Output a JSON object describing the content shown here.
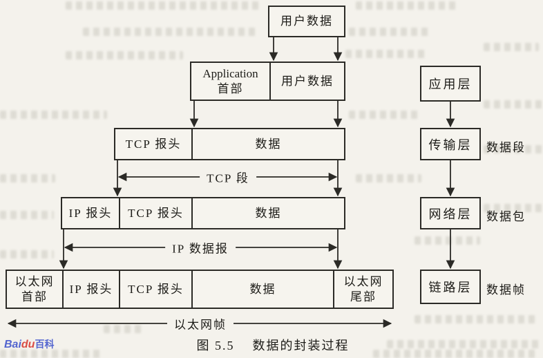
{
  "figure": {
    "caption": "图 5.5    数据的封装过程"
  },
  "watermark": {
    "bai": "Bai",
    "du": "du",
    "suffix": "百科"
  },
  "stack": {
    "row1_user_data": "用户数据",
    "row2_app_header_line1": "Application",
    "row2_app_header_line2": "首部",
    "row2_user_data": "用户数据",
    "row3_tcp_header": "TCP 报头",
    "row3_data": "数据",
    "tcp_segment_label": "TCP 段",
    "row4_ip_header": "IP 报头",
    "row4_tcp_header": "TCP 报头",
    "row4_data": "数据",
    "ip_datagram_label": "IP 数据报",
    "row5_eth_header_line1": "以太网",
    "row5_eth_header_line2": "首部",
    "row5_ip_header": "IP 报头",
    "row5_tcp_header": "TCP 报头",
    "row5_data": "数据",
    "row5_eth_trailer_line1": "以太网",
    "row5_eth_trailer_line2": "尾部",
    "eth_frame_label": "以太网帧"
  },
  "layers": [
    {
      "label": "应用层"
    },
    {
      "label": "传输层",
      "annotation": "数据段"
    },
    {
      "label": "网络层",
      "annotation": "数据包"
    },
    {
      "label": "链路层",
      "annotation": "数据帧"
    }
  ]
}
